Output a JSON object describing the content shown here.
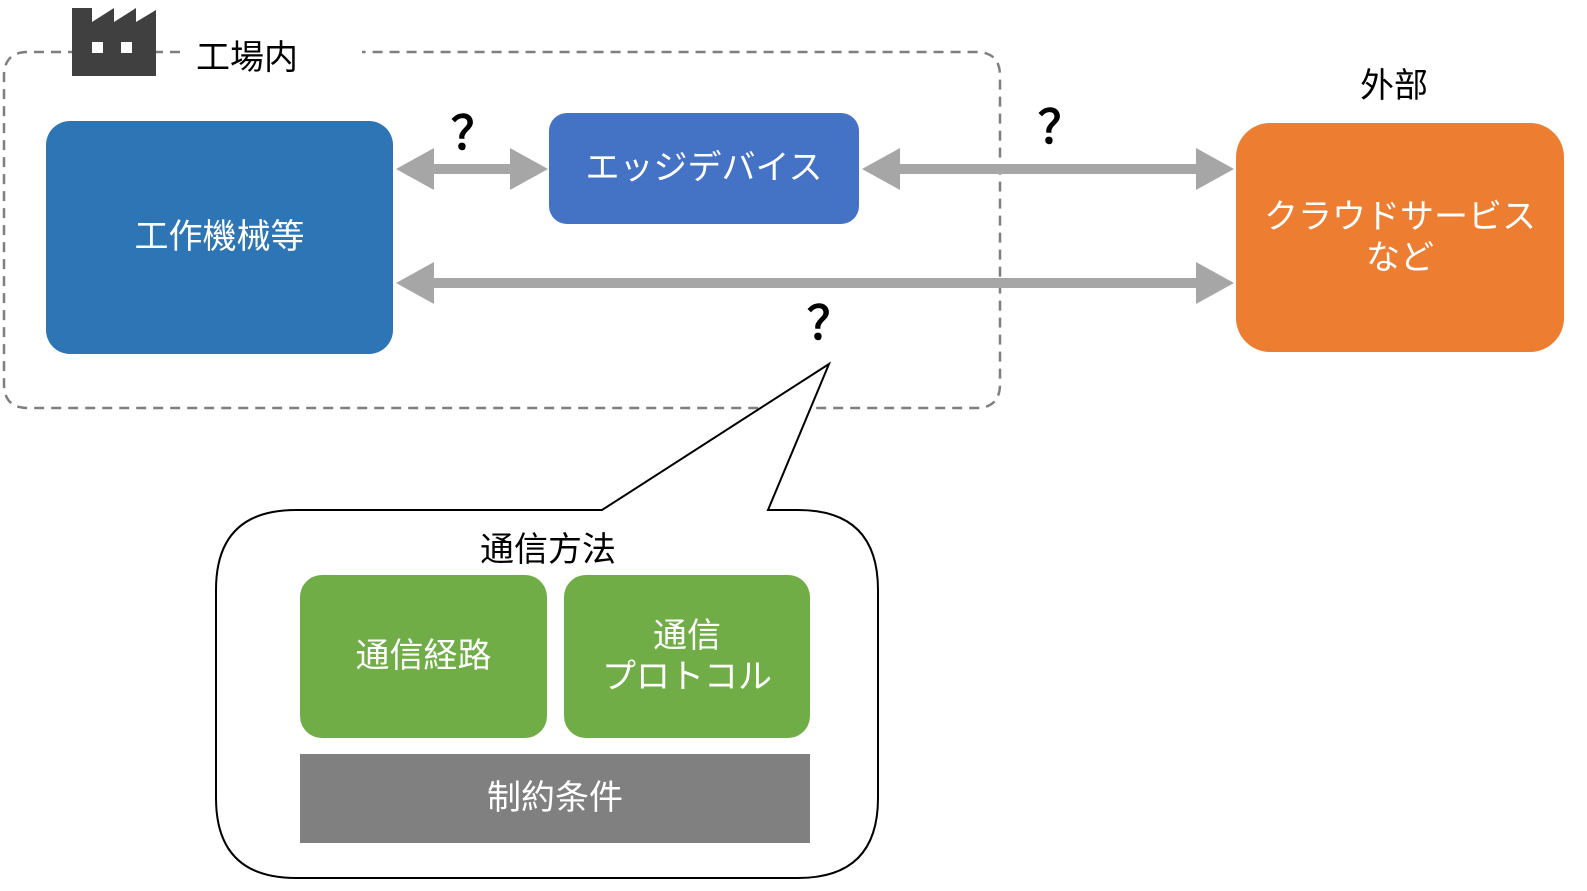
{
  "colors": {
    "machine": "#2E75B6",
    "edge_device": "#4472C4",
    "cloud": "#ED7D31",
    "green": "#70AD47",
    "constraint": "#808080",
    "arrow": "#A6A6A6",
    "dashed_border": "#7F7F7F",
    "factory_icon": "#404040"
  },
  "factory": {
    "icon": "factory-icon",
    "label": "工場内"
  },
  "outside": {
    "label": "外部"
  },
  "nodes": {
    "machine": "工作機械等",
    "edge_device": "エッジデバイス",
    "cloud_line1": "クラウドサービス",
    "cloud_line2": "など"
  },
  "question_marks": {
    "machine_edge": "？",
    "edge_cloud": "？",
    "machine_cloud": "？"
  },
  "callout": {
    "title": "通信方法",
    "route": "通信経路",
    "protocol_line1": "通信",
    "protocol_line2": "プロトコル",
    "constraint": "制約条件"
  }
}
